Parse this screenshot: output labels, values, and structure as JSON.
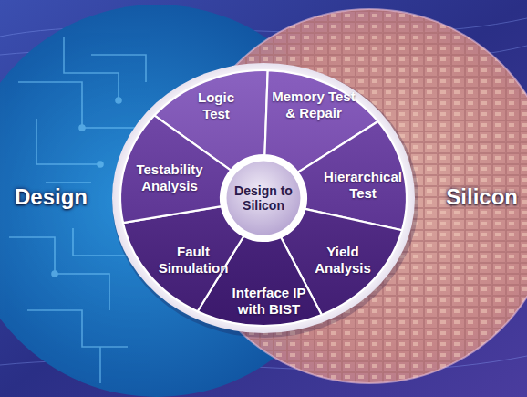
{
  "diagram": {
    "nodes": [
      {
        "text": [
          "Design to Silicon"
        ]
      },
      {
        "text": [
          "Logic Test"
        ]
      },
      {
        "text": [
          "Memory Test & Repair"
        ]
      },
      {
        "text": [
          "Hierarchical Test"
        ]
      },
      {
        "text": [
          "Yield Analysis"
        ]
      },
      {
        "text": [
          "Interface IP with BIST"
        ]
      },
      {
        "text": [
          "Fault Simulation"
        ]
      },
      {
        "text": [
          "Testability Analysis"
        ]
      }
    ],
    "labels": [
      "Design",
      "Silicon"
    ]
  }
}
